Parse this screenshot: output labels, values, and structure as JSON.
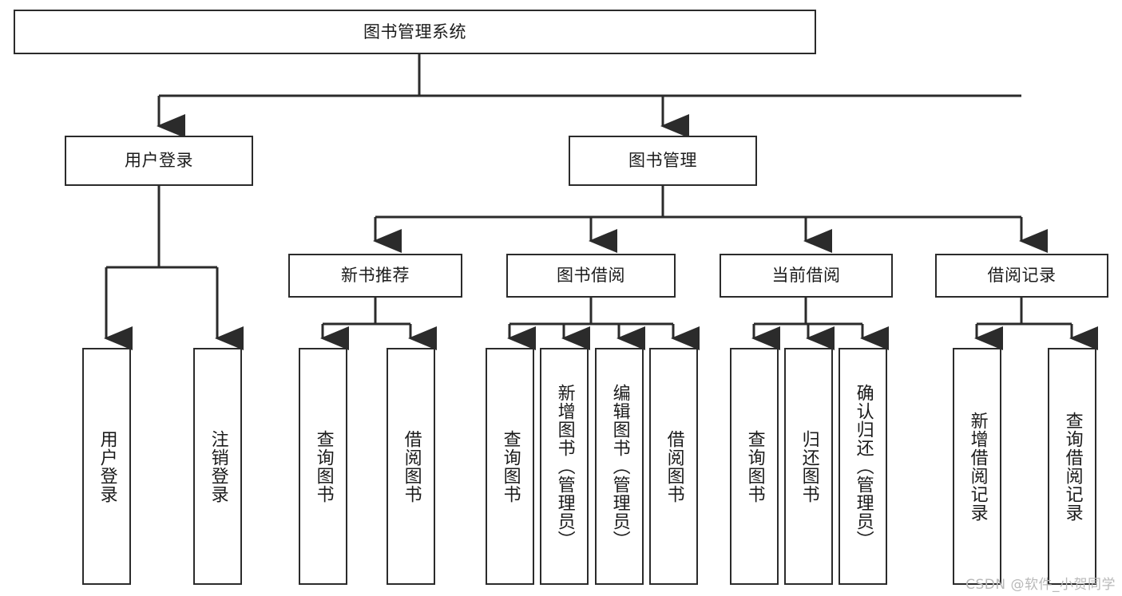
{
  "diagram": {
    "title": "图书管理系统",
    "watermark": "CSDN @软件_小贺同学",
    "line_color": "#2b2b2b",
    "box_fill": "#ffffff",
    "text_color": "#1b1b1b"
  },
  "levels": {
    "root": {
      "label": "图书管理系统"
    },
    "level1": [
      {
        "label": "用户登录"
      },
      {
        "label": "图书管理"
      }
    ],
    "level2": [
      {
        "label": "新书推荐"
      },
      {
        "label": "图书借阅"
      },
      {
        "label": "当前借阅"
      },
      {
        "label": "借阅记录"
      }
    ],
    "leaves": {
      "user_login": [
        {
          "label": "用户登录"
        },
        {
          "label": "注销登录"
        }
      ],
      "new_book_recommend": [
        {
          "label": "查询图书"
        },
        {
          "label": "借阅图书"
        }
      ],
      "book_borrow": [
        {
          "label": "查询图书"
        },
        {
          "label": "新增图书（管理员）"
        },
        {
          "label": "编辑图书（管理员）"
        },
        {
          "label": "借阅图书"
        }
      ],
      "current_borrow": [
        {
          "label": "查询图书"
        },
        {
          "label": "归还图书"
        },
        {
          "label": "确认归还（管理员）"
        }
      ],
      "borrow_record": [
        {
          "label": "新增借阅记录"
        },
        {
          "label": "查询借阅记录"
        }
      ]
    }
  }
}
